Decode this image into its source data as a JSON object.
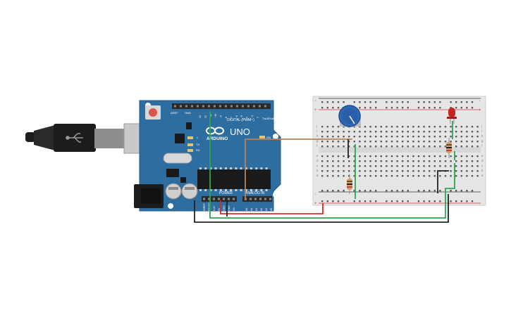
{
  "arduino": {
    "logo": "ARDUINO",
    "model": "UNO",
    "digital_label": "DIGITAL (PWM~)",
    "power_label": "POWER",
    "analog_label": "ANALOG IN",
    "aref_label": "AREF",
    "gnd_label": "GND",
    "tx_label": "TX",
    "rx_label": "RX",
    "on_label": "ON",
    "l_label": "L",
    "tx0_label": "TX▸1",
    "rx0_label": "RX◂0",
    "digital_pins": [
      "13",
      "12",
      "~11",
      "~10",
      "~9",
      "8",
      "7",
      "~6",
      "~5",
      "4",
      "~3",
      "2"
    ],
    "power_pins": [
      "IOREF",
      "RESET",
      "3.3V",
      "5V",
      "GND",
      "GND",
      "Vin"
    ],
    "analog_pins": [
      "A0",
      "A1",
      "A2",
      "A3",
      "A4",
      "A5"
    ],
    "colors": {
      "board": "#2d6da0",
      "chip": "#1a1a1a",
      "header": "#2a2a2a",
      "reset": "#d9534f"
    }
  },
  "breadboard": {
    "row_letters_top": [
      "j",
      "i",
      "h",
      "g",
      "f"
    ],
    "row_letters_bottom": [
      "e",
      "d",
      "c",
      "b",
      "a"
    ],
    "rail_plus": "+",
    "rail_minus": "-",
    "colors": {
      "body": "#e8e8e8",
      "hole": "#4a4a4a",
      "rail_red": "#d43a3a",
      "rail_black": "#333333"
    }
  },
  "wires": {
    "colors": {
      "red": "#e0282b",
      "green": "#2ba84a",
      "black": "#222222",
      "orange": "#b5835a"
    }
  },
  "components": {
    "potentiometer": {
      "color": "#2f67b5"
    },
    "led": {
      "color": "#c7241f"
    },
    "resistor": {
      "color": "#c9a36b"
    }
  }
}
